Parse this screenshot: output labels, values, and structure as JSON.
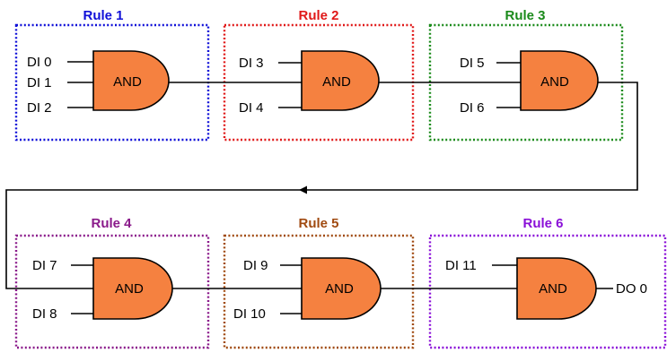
{
  "rules": [
    {
      "title": "Rule 1",
      "color": "#1010d8",
      "gate": "AND",
      "inputs": [
        "DI 0",
        "DI 1",
        "DI 2"
      ]
    },
    {
      "title": "Rule 2",
      "color": "#e01818",
      "gate": "AND",
      "inputs": [
        "DI 3",
        "DI 4"
      ]
    },
    {
      "title": "Rule 3",
      "color": "#1a8a1a",
      "gate": "AND",
      "inputs": [
        "DI 5",
        "DI 6"
      ]
    },
    {
      "title": "Rule 4",
      "color": "#8a1a8a",
      "gate": "AND",
      "inputs": [
        "DI 7",
        "DI 8"
      ]
    },
    {
      "title": "Rule 5",
      "color": "#a04a10",
      "gate": "AND",
      "inputs": [
        "DI 9",
        "DI 10"
      ]
    },
    {
      "title": "Rule 6",
      "color": "#8a10d8",
      "gate": "AND",
      "inputs": [
        "DI 11"
      ]
    }
  ],
  "output": "DO 0",
  "gate_color": "#f58140"
}
